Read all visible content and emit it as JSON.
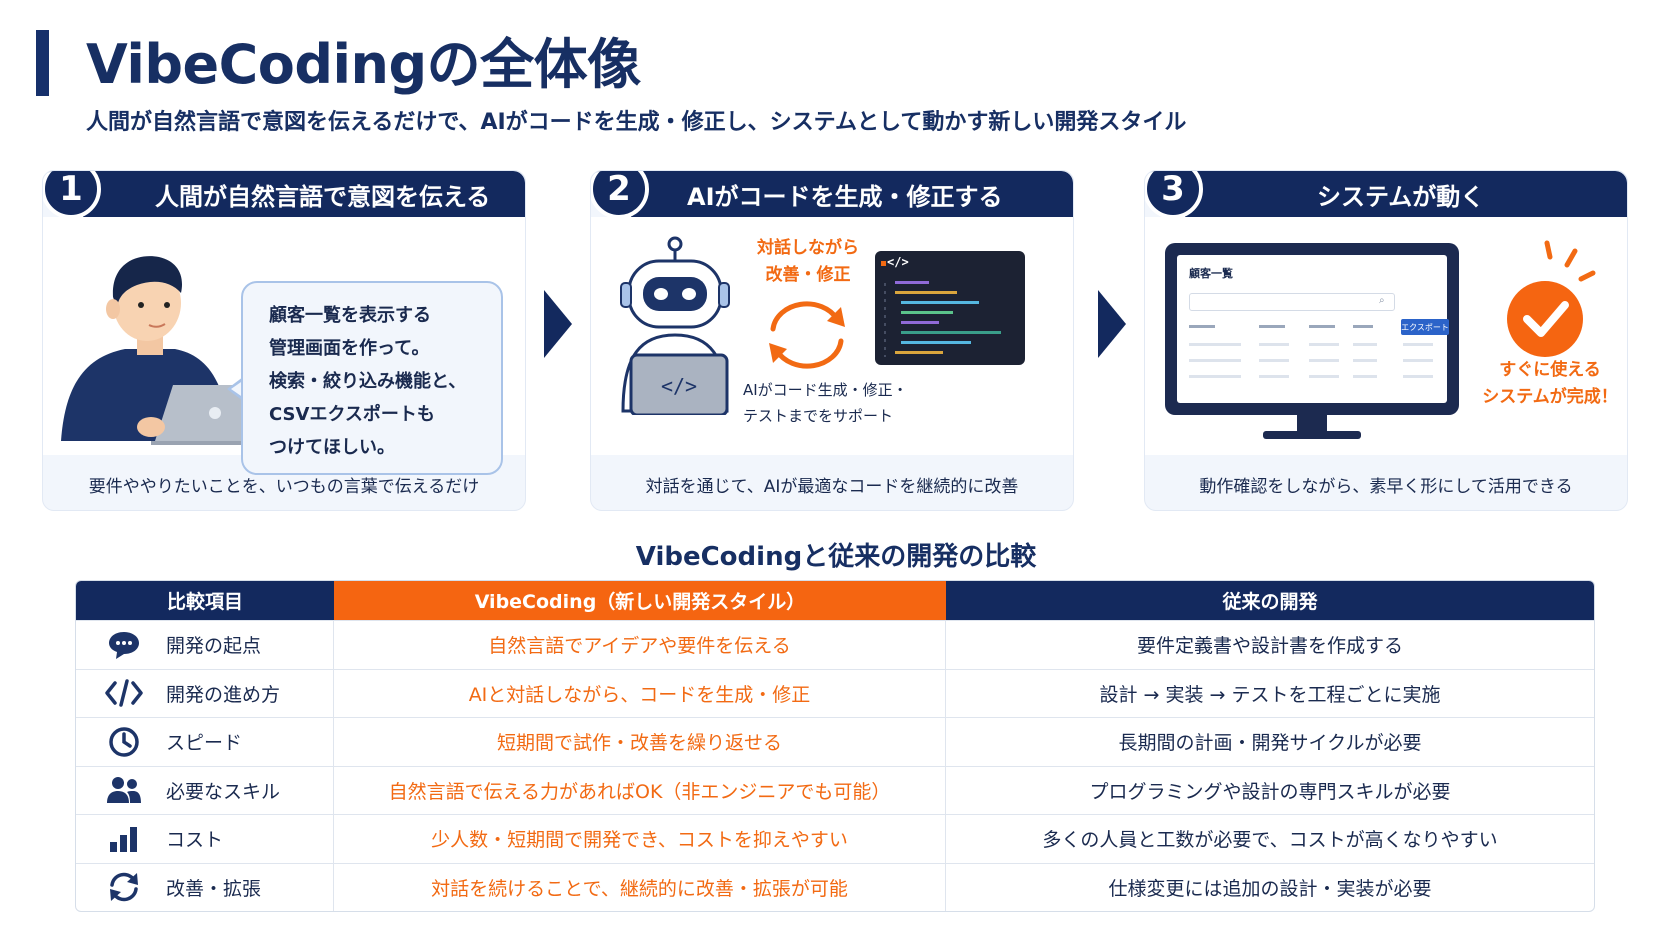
{
  "header": {
    "title": "VibeCodingの全体像",
    "subtitle": "人間が自然言語で意図を伝えるだけで、AIがコードを生成・修正し、システムとして動かす新しい開発スタイル"
  },
  "steps": [
    {
      "number": "1",
      "title": "人間が自然言語で意図を伝える",
      "bubble_lines": [
        "顧客一覧を表示する",
        "管理画面を作って。",
        "検索・絞り込み機能と、",
        "CSVエクスポートも",
        "つけてほしい。"
      ],
      "footer": "要件ややりたいことを、いつもの言葉で伝えるだけ"
    },
    {
      "number": "2",
      "title": "AIがコードを生成・修正する",
      "loop_label_1": "対話しながら",
      "loop_label_2": "改善・修正",
      "laptop_code": "</>",
      "editor_tag": "</>",
      "robot_caption_1": "AIがコード生成・修正・",
      "robot_caption_2": "テストまでをサポート",
      "footer": "対話を通じて、AIが最適なコードを継続的に改善"
    },
    {
      "number": "3",
      "title": "システムが動く",
      "screen_title": "顧客一覧",
      "export_button": "エクスポート",
      "done_label_1": "すぐに使える",
      "done_label_2": "システムが完成！",
      "footer": "動作確認をしながら、素早く形にして活用できる"
    }
  ],
  "comparison": {
    "title": "VibeCodingと従来の開発の比較",
    "headers": [
      "比較項目",
      "VibeCoding（新しい開発スタイル）",
      "従来の開発"
    ],
    "rows": [
      {
        "icon": "chat-bubble-icon",
        "item": "開発の起点",
        "vibe": "自然言語でアイデアや要件を伝える",
        "traditional": "要件定義書や設計書を作成する"
      },
      {
        "icon": "code-icon",
        "item": "開発の進め方",
        "vibe": "AIと対話しながら、コードを生成・修正",
        "traditional": "設計 → 実装 → テストを工程ごとに実施"
      },
      {
        "icon": "clock-icon",
        "item": "スピード",
        "vibe": "短期間で試作・改善を繰り返せる",
        "traditional": "長期間の計画・開発サイクルが必要"
      },
      {
        "icon": "people-icon",
        "item": "必要なスキル",
        "vibe": "自然言語で伝える力があればOK（非エンジニアでも可能）",
        "traditional": "プログラミングや設計の専門スキルが必要"
      },
      {
        "icon": "bar-chart-icon",
        "item": "コスト",
        "vibe": "少人数・短期間で開発でき、コストを抑えやすい",
        "traditional": "多くの人員と工数が必要で、コストが高くなりやすい"
      },
      {
        "icon": "refresh-icon",
        "item": "改善・拡張",
        "vibe": "対話を続けることで、継続的に改善・拡張が可能",
        "traditional": "仕様変更には追加の設計・実装が必要"
      }
    ]
  },
  "colors": {
    "navy": "#13295e",
    "orange": "#f56511",
    "card_bg": "#f2f6fc"
  }
}
